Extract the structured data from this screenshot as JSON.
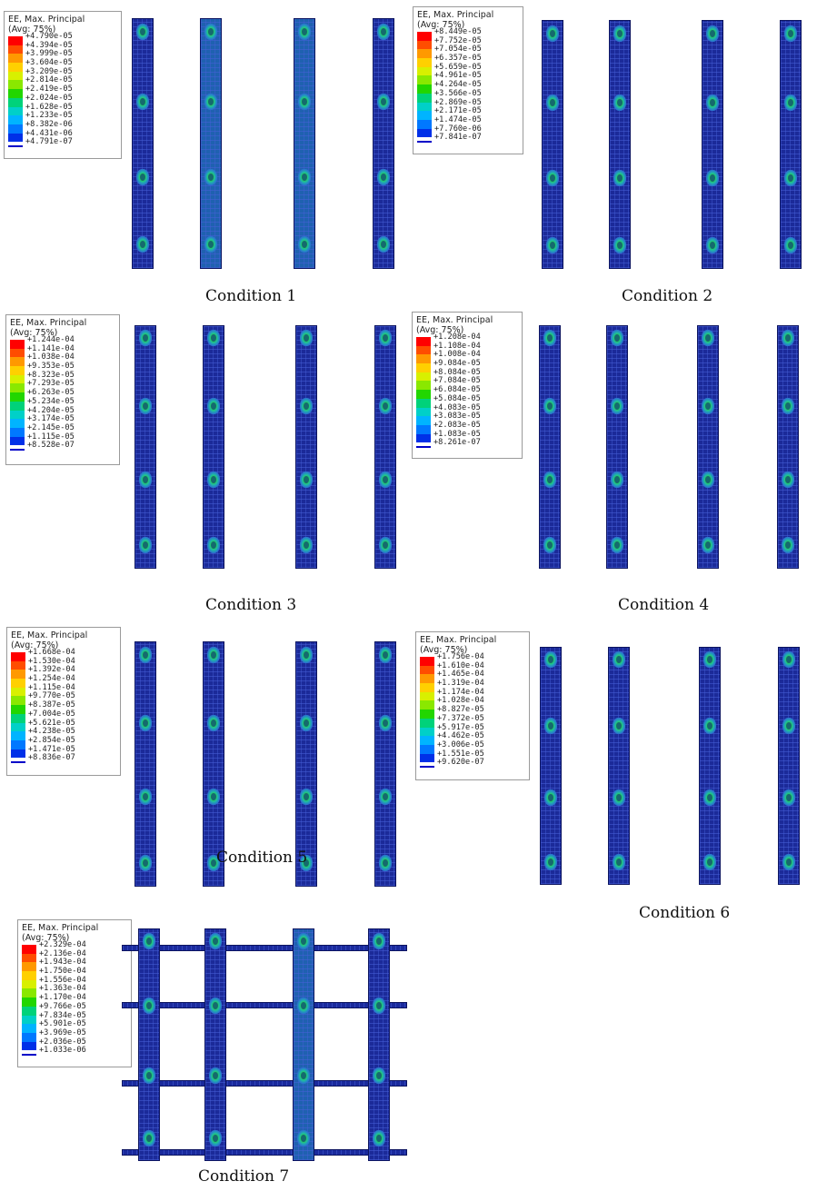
{
  "colorbar": [
    "#ff0000",
    "#ff4d00",
    "#ff9900",
    "#ffd000",
    "#d8f000",
    "#8ae800",
    "#22d600",
    "#00d27a",
    "#00d0c8",
    "#00b4ff",
    "#0078ff",
    "#0030e8",
    "#0000c8"
  ],
  "panels": [
    {
      "caption": "Condition 1",
      "legend": {
        "title": "EE, Max. Principal",
        "avg": "(Avg: 75%)",
        "values": [
          "+4.790e-05",
          "+4.394e-05",
          "+3.999e-05",
          "+3.604e-05",
          "+3.209e-05",
          "+2.814e-05",
          "+2.419e-05",
          "+2.024e-05",
          "+1.628e-05",
          "+1.233e-05",
          "+8.382e-06",
          "+4.431e-06",
          "+4.791e-07"
        ]
      }
    },
    {
      "caption": "Condition 2",
      "legend": {
        "title": "EE, Max. Principal",
        "avg": "(Avg: 75%)",
        "values": [
          "+8.449e-05",
          "+7.752e-05",
          "+7.054e-05",
          "+6.357e-05",
          "+5.659e-05",
          "+4.961e-05",
          "+4.264e-05",
          "+3.566e-05",
          "+2.869e-05",
          "+2.171e-05",
          "+1.474e-05",
          "+7.760e-06",
          "+7.841e-07"
        ]
      }
    },
    {
      "caption": "Condition 3",
      "legend": {
        "title": "EE, Max. Principal",
        "avg": "(Avg: 75%)",
        "values": [
          "+1.244e-04",
          "+1.141e-04",
          "+1.038e-04",
          "+9.353e-05",
          "+8.323e-05",
          "+7.293e-05",
          "+6.263e-05",
          "+5.234e-05",
          "+4.204e-05",
          "+3.174e-05",
          "+2.145e-05",
          "+1.115e-05",
          "+8.528e-07"
        ]
      }
    },
    {
      "caption": "Condition 4",
      "legend": {
        "title": "EE, Max. Principal",
        "avg": "(Avg: 75%)",
        "values": [
          "+1.208e-04",
          "+1.108e-04",
          "+1.008e-04",
          "+9.084e-05",
          "+8.084e-05",
          "+7.084e-05",
          "+6.084e-05",
          "+5.084e-05",
          "+4.083e-05",
          "+3.083e-05",
          "+2.083e-05",
          "+1.083e-05",
          "+8.261e-07"
        ]
      }
    },
    {
      "caption": "Condition 5",
      "legend": {
        "title": "EE, Max. Principal",
        "avg": "(Avg: 75%)",
        "values": [
          "+1.668e-04",
          "+1.530e-04",
          "+1.392e-04",
          "+1.254e-04",
          "+1.115e-04",
          "+9.770e-05",
          "+8.387e-05",
          "+7.004e-05",
          "+5.621e-05",
          "+4.238e-05",
          "+2.854e-05",
          "+1.471e-05",
          "+8.836e-07"
        ]
      }
    },
    {
      "caption": "Condition 6",
      "legend": {
        "title": "EE, Max. Principal",
        "avg": "(Avg: 75%)",
        "values": [
          "+1.756e-04",
          "+1.610e-04",
          "+1.465e-04",
          "+1.319e-04",
          "+1.174e-04",
          "+1.028e-04",
          "+8.827e-05",
          "+7.372e-05",
          "+5.917e-05",
          "+4.462e-05",
          "+3.006e-05",
          "+1.551e-05",
          "+9.620e-07"
        ]
      }
    },
    {
      "caption": "Condition 7",
      "legend": {
        "title": "EE, Max. Principal",
        "avg": "(Avg: 75%)",
        "values": [
          "+2.329e-04",
          "+2.136e-04",
          "+1.943e-04",
          "+1.750e-04",
          "+1.556e-04",
          "+1.363e-04",
          "+1.170e-04",
          "+9.766e-05",
          "+7.834e-05",
          "+5.901e-05",
          "+3.969e-05",
          "+2.036e-05",
          "+1.033e-06"
        ]
      }
    }
  ]
}
